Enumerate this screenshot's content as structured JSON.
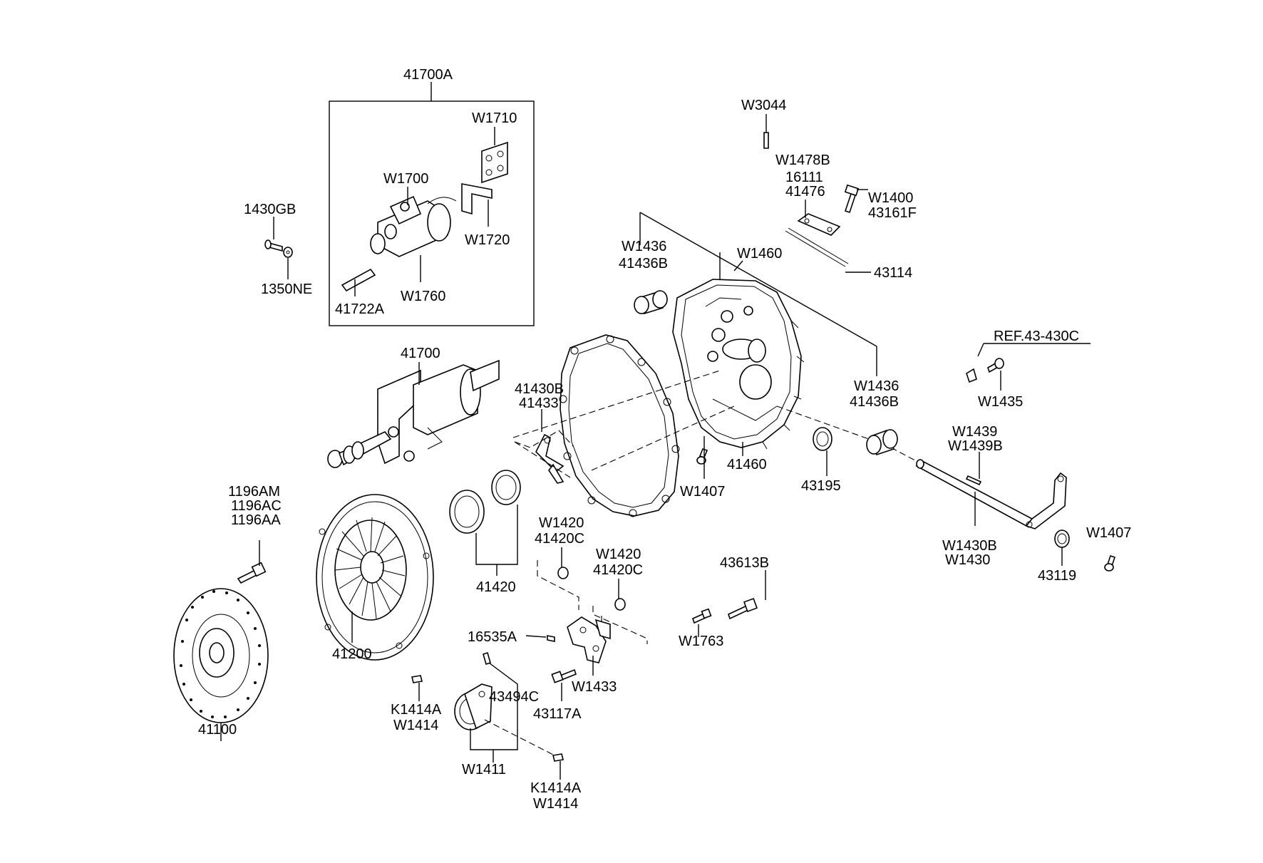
{
  "labels": {
    "l_41700A": "41700A",
    "l_W1710": "W1710",
    "l_W1700": "W1700",
    "l_W1720": "W1720",
    "l_W1760": "W1760",
    "l_41722A": "41722A",
    "l_1430GB": "1430GB",
    "l_1350NE": "1350NE",
    "l_W3044": "W3044",
    "l_W1478B": "W1478B",
    "l_16111": "16111",
    "l_41476": "41476",
    "l_W1400": "W1400",
    "l_43161F": "43161F",
    "l_43114": "43114",
    "l_W1460": "W1460",
    "l_W1436a": "W1436",
    "l_41436Ba": "41436B",
    "l_REF": "REF.43-430C",
    "l_W1435": "W1435",
    "l_41700": "41700",
    "l_41430B": "41430B",
    "l_41433": "41433",
    "l_W1436b": "W1436",
    "l_41436Bb": "41436B",
    "l_W1439": "W1439",
    "l_W1439B": "W1439B",
    "l_41460": "41460",
    "l_W1407a": "W1407",
    "l_43195": "43195",
    "l_1196AM": "1196AM",
    "l_1196AC": "1196AC",
    "l_1196AA": "1196AA",
    "l_W1420a": "W1420",
    "l_41420Ca": "41420C",
    "l_W1430B": "W1430B",
    "l_W1430": "W1430",
    "l_W1407b": "W1407",
    "l_W1420b": "W1420",
    "l_41420Cb": "41420C",
    "l_43613B": "43613B",
    "l_43119": "43119",
    "l_41420": "41420",
    "l_16535A": "16535A",
    "l_W1763": "W1763",
    "l_41200": "41200",
    "l_W1433": "W1433",
    "l_43494C": "43494C",
    "l_43117A": "43117A",
    "l_K1414Aa": "K1414A",
    "l_W1414a": "W1414",
    "l_41100": "41100",
    "l_W1411": "W1411",
    "l_K1414Ab": "K1414A",
    "l_W1414b": "W1414"
  }
}
